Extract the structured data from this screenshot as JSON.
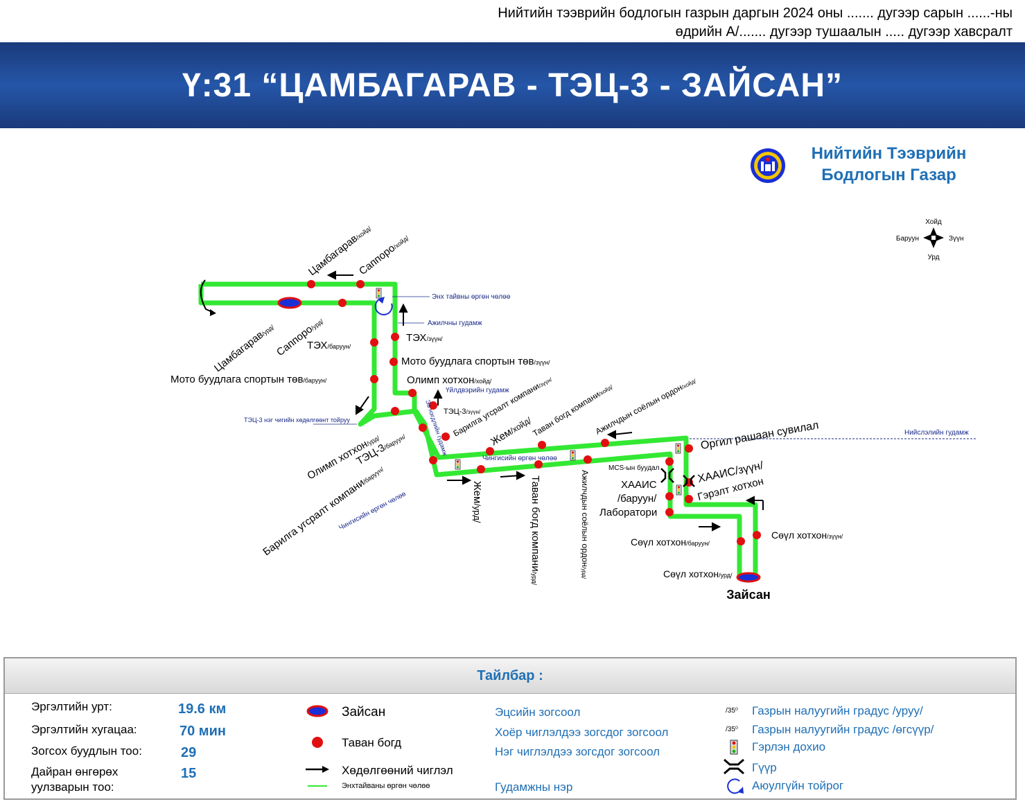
{
  "header": {
    "line1": "Нийтийн тээврийн бодлогын газрын даргын 2024 оны ....... дугээр  сарын ......-ны",
    "line2": "өдрийн А/....... дугээр тушаалын ..... дугээр хавсралт"
  },
  "banner": {
    "title": "Ү:31 “ЦАМБАГАРАВ - ТЭЦ-3 - ЗАЙСАН”"
  },
  "org": {
    "line1": "Нийтийн Тээврийн",
    "line2": "Бодлогын Газар"
  },
  "compass": {
    "north": "Хойд",
    "west": "Баруун",
    "east": "Зүүн",
    "south": "Урд"
  },
  "map": {
    "colors": {
      "route": "#33e833",
      "stop": "#e11010",
      "terminal_fill": "#1a2fd6",
      "terminal_ring": "#e11010",
      "street": "#1a2a8a"
    },
    "stops": [
      {
        "name": "Цамбагарав",
        "dir": "/хойд/"
      },
      {
        "name": "Саппоро",
        "dir": "/хойд/"
      },
      {
        "name": "Цамбагарав",
        "dir": "/урд/"
      },
      {
        "name": "Саппоро",
        "dir": "/урд/"
      },
      {
        "name": "ТЭХ",
        "dir": "/баруун/"
      },
      {
        "name": "ТЭХ",
        "dir": "/зүүн/"
      },
      {
        "name": "Мото буудлага спортын төв",
        "dir": "/зүүн/"
      },
      {
        "name": "Мото буудлага спортын төв",
        "dir": "/баруун/"
      },
      {
        "name": "Олимп хотхон",
        "dir": "/хойд/"
      },
      {
        "name": "ТЭЦ-3",
        "dir": "/зүүн/"
      },
      {
        "name": "Олимп хотхон",
        "dir": "/урд/"
      },
      {
        "name": "ТЭЦ-3",
        "dir": "/баруун/"
      },
      {
        "name": "Барилга угсралт компани",
        "dir": "/зүүн/"
      },
      {
        "name": "Барилга угсралт компани",
        "dir": "/баруун/"
      },
      {
        "name": "Жем",
        "dir": "/хойд/"
      },
      {
        "name": "Таван богд компани",
        "dir": "/хойд/"
      },
      {
        "name": "Ажилчдын соёлын ордон",
        "dir": "/хойд/"
      },
      {
        "name": "Жем",
        "dir": "/урд/"
      },
      {
        "name": "Таван богд компани",
        "dir": "/урд/"
      },
      {
        "name": "Ажилчдын соёлын ордон",
        "dir": "/урд/"
      },
      {
        "name": "Оргил рашаан сувилал",
        "dir": ""
      },
      {
        "name": "MCS-ын буудал",
        "dir": ""
      },
      {
        "name": "ХААИС",
        "dir": "/зүүн/"
      },
      {
        "name": "ХААИС",
        "dir": "/баруун/"
      },
      {
        "name": "Гэрэлт хотхон",
        "dir": ""
      },
      {
        "name": "Лаборатори",
        "dir": ""
      },
      {
        "name": "Сөүл хотхон",
        "dir": "/зүүн/"
      },
      {
        "name": "Сөүл хотхон",
        "dir": "/баруун/"
      },
      {
        "name": "Сөүл хотхон",
        "dir": "/урд/"
      }
    ],
    "terminal_label": "Зайсан",
    "streets": {
      "enkh_taivan": "Энх тайвны өргөн чөлөө",
      "ajilchny": "Ажилчны гудамж",
      "uildveriin": "Үйлдвэрийн гудамж",
      "tets3_turn": "ТЭЦ-3 нэг чигийн хөдөлгөөнт тойруу",
      "ev_negdliin": "Эв нэгдлийн гудамж",
      "chingis1": "Чингисийн өргөн чөлөө",
      "chingis2": "Чингисийн өргөн чөлөө",
      "niislel": "Нийслэлийн гудамж"
    }
  },
  "legend": {
    "title": "Тайлбар :",
    "length_label": "Эргэлтийн урт:",
    "length_value": "19.6 км",
    "duration_label": "Эргэлтийн хугацаа:",
    "duration_value": "70 мин",
    "stops_label": "Зогсох буудлын тоо:",
    "stops_value": "29",
    "junctions_label1": "Дайран өнгөрөх",
    "junctions_label2": "уулзварын тоо:",
    "junctions_value": "15",
    "terminal": "Зайсан",
    "stop": "Таван богд",
    "direction": "Хөдөлгөөний чиглэл",
    "route": "Энхтайваны өргөн чөлөө",
    "end_stop": "Эцсийн зогсоол",
    "two_way_stop": "Хоёр чиглэлдээ зогсдог зогсоол",
    "one_way_stop": "Нэг чиглэлдээ зогсдог зогсоол",
    "street_name": "Гудамжны нэр",
    "slope_down": "Газрын налуугийн градус /уруу/",
    "slope_up": "Газрын налуугийн градус /өгсүүр/",
    "slope_mark": "/35⁰",
    "traffic_light": "Гэрлэн дохио",
    "bridge": "Гүүр",
    "safe_turn": "Аюулгүйн тойрог"
  }
}
